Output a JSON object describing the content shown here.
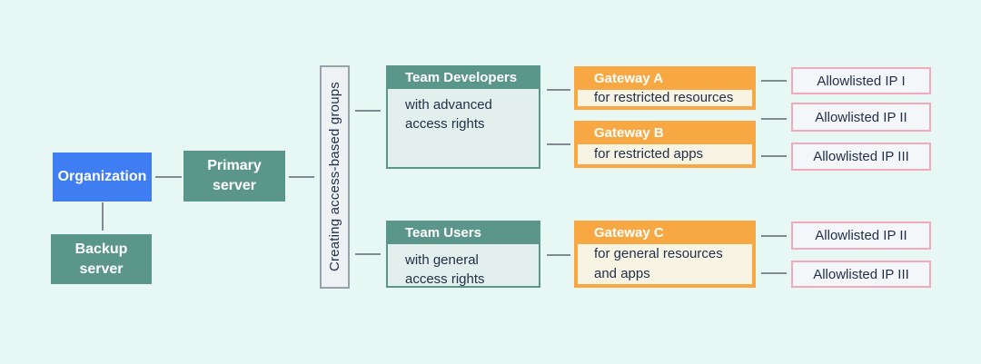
{
  "diagram": {
    "organization": {
      "label": "Organization"
    },
    "primary_server": {
      "line1": "Primary",
      "line2": "server"
    },
    "backup_server": {
      "line1": "Backup",
      "line2": "server"
    },
    "group_label": "Creating access-based groups",
    "team_developers": {
      "title": "Team Developers",
      "line1": "with advanced",
      "line2": "access rights"
    },
    "team_users": {
      "title": "Team Users",
      "line1": "with general",
      "line2": "access rights"
    },
    "gateway_a": {
      "title": "Gateway A",
      "desc": "for restricted resources"
    },
    "gateway_b": {
      "title": "Gateway B",
      "desc": "for restricted apps"
    },
    "gateway_c": {
      "title": "Gateway C",
      "line1": "for general resources",
      "line2": "and apps"
    },
    "allowlist_top": [
      "Allowlisted IP I",
      "Allowlisted IP II",
      "Allowlisted IP III"
    ],
    "allowlist_bottom": [
      "Allowlisted IP II",
      "Allowlisted IP III"
    ]
  },
  "colors": {
    "background": "#e6f7f4",
    "organization_blue": "#3f7ef2",
    "teal": "#5b968b",
    "team_body": "#e2efec",
    "group_box_bg": "#eef2f5",
    "group_box_border": "#97a2ab",
    "gateway_orange": "#f7a843",
    "gateway_body": "#f8f4e3",
    "ip_box_bg": "#f4f7f9",
    "ip_box_border": "#f3a9bc",
    "text_dark": "#22304a",
    "connector_gray": "#7f8a92"
  }
}
